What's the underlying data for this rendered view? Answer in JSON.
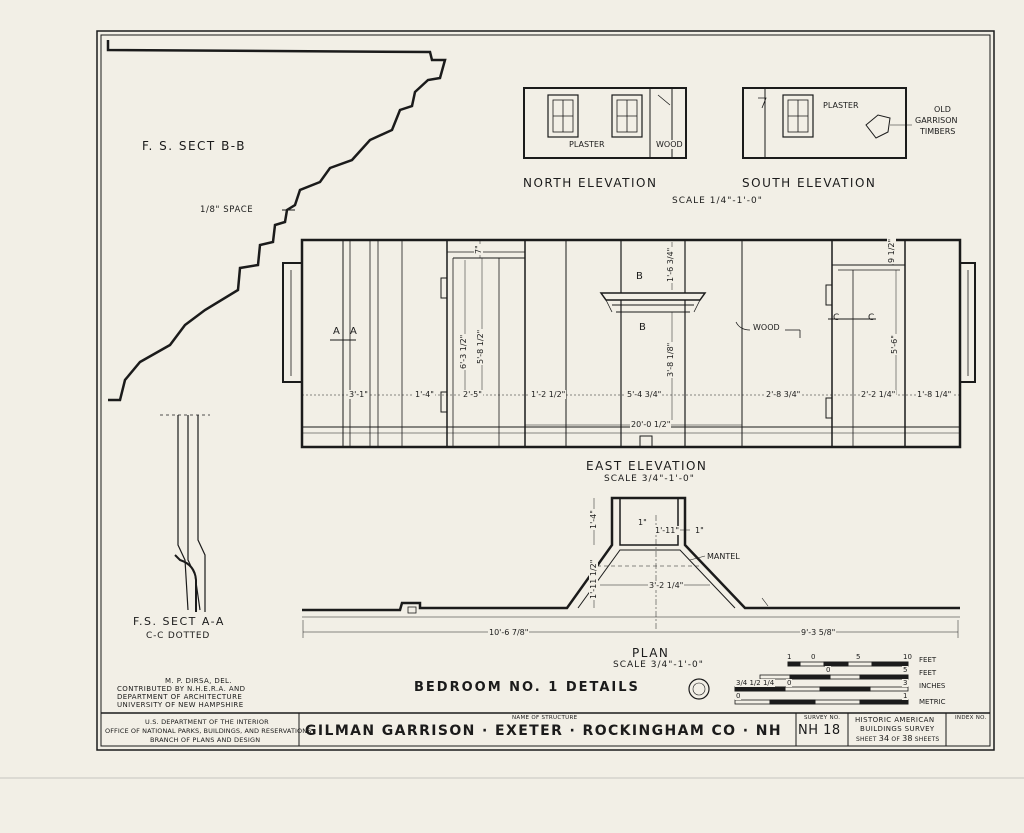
{
  "sections": {
    "bb": "F. S. SECT B-B",
    "bb_space": "1/8\" SPACE",
    "aa": "F.S. SECT A-A",
    "aa_sub": "C-C DOTTED"
  },
  "north_elevation": {
    "title": "NORTH ELEVATION",
    "plaster": "PLASTER",
    "wood": "WOOD"
  },
  "south_elevation": {
    "title": "SOUTH ELEVATION",
    "plaster": "PLASTER",
    "timbers_1": "OLD",
    "timbers_2": "GARRISON",
    "timbers_3": "TIMBERS"
  },
  "elevation_scale": "SCALE 1/4\"-1'-0\"",
  "east_elevation": {
    "title": "EAST ELEVATION",
    "scale": "SCALE 3/4\"-1'-0\"",
    "mark_a1": "A",
    "mark_a2": "A",
    "mark_b1": "B",
    "mark_b2": "B",
    "mark_c1": "C",
    "mark_c2": "C",
    "wood": "WOOD",
    "dims": [
      "3'-1\"",
      "1'-4\"",
      "2'-5\"",
      "1'-2 1/2\"",
      "5'-4 3/4\"",
      "2'-8 3/4\"",
      "2'-2 1/4\"",
      "1'-8 1/4\""
    ],
    "total": "20'-0 1/2\"",
    "v1": "6'-3 1/2\"",
    "v2": "5'-8 1/2\"",
    "v3": "3'-8 1/8\"",
    "v4": "1'-6 3/4\"",
    "v5": "5'-6\"",
    "v6": "7\"",
    "v7": "9 1/2\""
  },
  "plan": {
    "title": "PLAN",
    "scale": "SCALE 3/4\"-1'-0\"",
    "mantel": "MANTEL",
    "d1": "1'-4\"",
    "d2": "1'-11\"",
    "d3": "1\"",
    "d4": "1\"",
    "d5": "3'-2 1/4\"",
    "d6": "1'-11 1/2\"",
    "left": "10'-6 7/8\"",
    "right": "9'-3 5/8\""
  },
  "credits": {
    "line1": "M. P. DIRSA, DEL.",
    "line2": "CONTRIBUTED BY N.H.E.R.A. AND",
    "line3": "DEPARTMENT OF ARCHITECTURE",
    "line4": "UNIVERSITY OF NEW HAMPSHIRE"
  },
  "drawing_title": "BEDROOM NO. 1 DETAILS",
  "scale_bar": {
    "feet_top": [
      "1",
      "0",
      "5",
      "10"
    ],
    "feet_label": "FEET",
    "feet2_nums": [
      "0",
      "5"
    ],
    "feet2_label": "FEET",
    "inches_nums": [
      "3/4 1/2 1/4",
      "0",
      "3"
    ],
    "inches_label": "INCHES",
    "metric_nums": [
      "0",
      "1"
    ],
    "metric_label": "METRIC"
  },
  "title_block": {
    "agency1": "U.S. DEPARTMENT OF THE INTERIOR",
    "agency2": "OFFICE OF NATIONAL PARKS, BUILDINGS, AND RESERVATIONS",
    "agency3": "BRANCH OF PLANS AND DESIGN",
    "name_label": "NAME OF STRUCTURE",
    "name": "GILMAN GARRISON · EXETER · ROCKINGHAM CO · NH",
    "survey_label": "SURVEY NO.",
    "survey": "NH 18",
    "habs1": "HISTORIC AMERICAN",
    "habs2": "BUILDINGS SURVEY",
    "sheet_word": "SHEET",
    "sheet_no": "34",
    "of_word": "OF",
    "sheet_total": "38",
    "sheets_word": "SHEETS",
    "index_label": "INDEX NO."
  }
}
